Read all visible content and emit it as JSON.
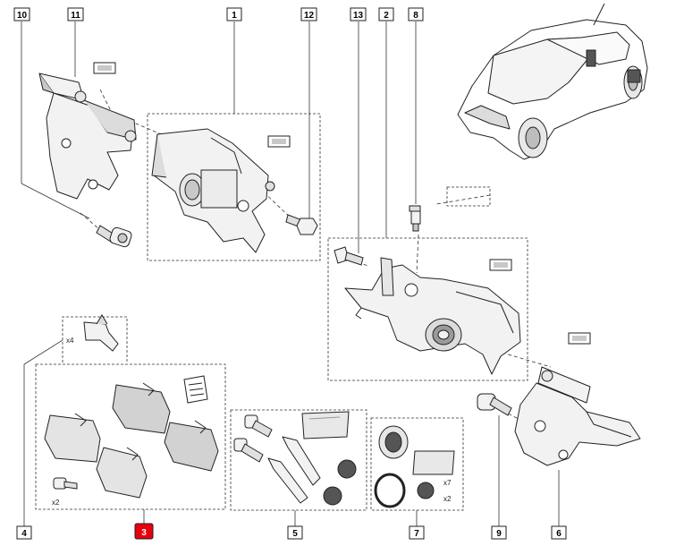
{
  "colors": {
    "line": "#222222",
    "fill": "#f2f2f2",
    "shade": "#c8c8c8",
    "highlight": "#e8000d",
    "background": "#ffffff"
  },
  "references": [
    {
      "id": "ref-10",
      "label": "10",
      "highlighted": false
    },
    {
      "id": "ref-11",
      "label": "11",
      "highlighted": false
    },
    {
      "id": "ref-1",
      "label": "1",
      "highlighted": false
    },
    {
      "id": "ref-12",
      "label": "12",
      "highlighted": false
    },
    {
      "id": "ref-13",
      "label": "13",
      "highlighted": false
    },
    {
      "id": "ref-2",
      "label": "2",
      "highlighted": false
    },
    {
      "id": "ref-8",
      "label": "8",
      "highlighted": false
    },
    {
      "id": "ref-4",
      "label": "4",
      "highlighted": false
    },
    {
      "id": "ref-3",
      "label": "3",
      "highlighted": true
    },
    {
      "id": "ref-5",
      "label": "5",
      "highlighted": false
    },
    {
      "id": "ref-7",
      "label": "7",
      "highlighted": false
    },
    {
      "id": "ref-9",
      "label": "9",
      "highlighted": false
    },
    {
      "id": "ref-6",
      "label": "6",
      "highlighted": false
    }
  ],
  "quantities": {
    "clips": "x4",
    "pad_bolts": "x2",
    "seal_kit": "x7",
    "boots": "x2"
  },
  "icons": {
    "vehicle": "car-icon",
    "instruction_sheet": "document-icon",
    "grease_tube": "grease-icon",
    "info_tag": "label-icon"
  }
}
